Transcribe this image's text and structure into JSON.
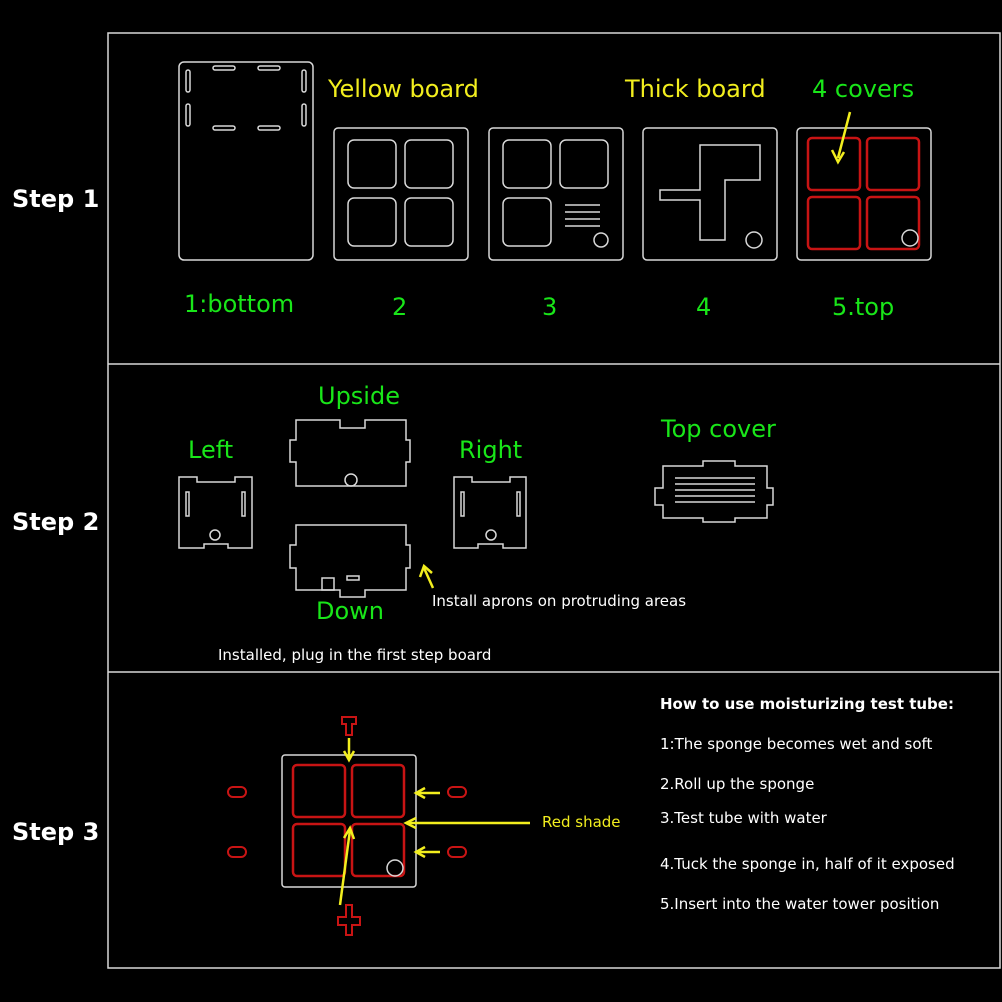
{
  "steps": [
    "Step 1",
    "Step 2",
    "Step 3"
  ],
  "step1": {
    "yellow_label": "Yellow board",
    "thick_label": "Thick board",
    "covers_label": "4 covers",
    "boards": [
      "1:bottom",
      "2",
      "3",
      "4",
      "5.top"
    ]
  },
  "step2": {
    "upside": "Upside",
    "left": "Left",
    "right": "Right",
    "down": "Down",
    "top_cover": "Top cover",
    "aprons_note": "Install aprons on protruding areas",
    "installed_note": "Installed, plug in the first step board"
  },
  "step3": {
    "red_shade": "Red shade",
    "howto_title": "How to use moisturizing test tube:",
    "howto_steps": [
      "1:The sponge becomes wet and soft",
      "2.Roll up the sponge",
      "3.Test tube with water",
      "4.Tuck the sponge in, half of it exposed",
      "5.Insert into the water tower position"
    ]
  },
  "colors": {
    "green": "#19e619",
    "yellow": "#f2ee1e",
    "red": "#c81414",
    "line": "#d8d8d8"
  }
}
